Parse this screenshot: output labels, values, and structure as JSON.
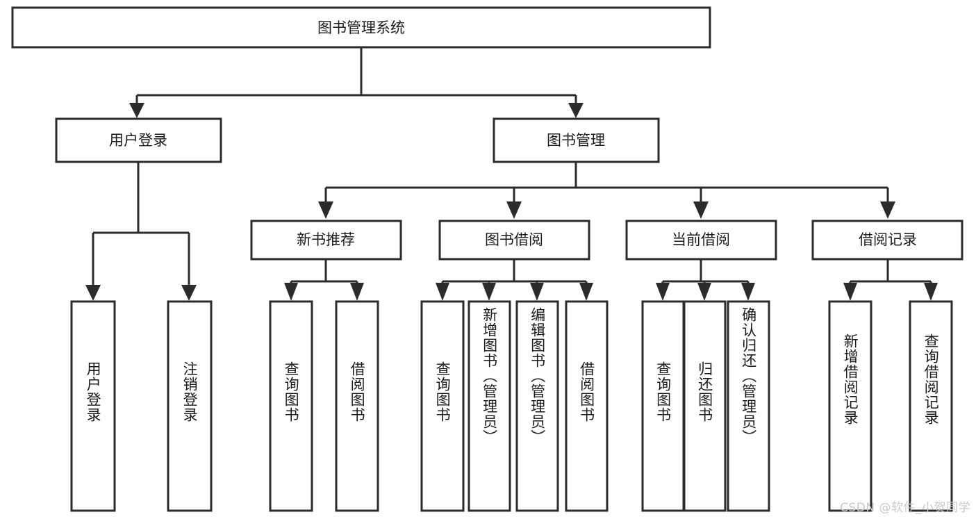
{
  "diagram": {
    "title": "图书管理系统",
    "watermark": "CSDN @软件_小贺同学",
    "line_color": "#2b2b2b",
    "box_fill": "#ffffff",
    "text_color": "#1a1a1a",
    "watermark_color": "#c9c9c9",
    "root": {
      "label": "图书管理系统"
    },
    "level1": [
      {
        "label": "用户登录"
      },
      {
        "label": "图书管理"
      }
    ],
    "level2": [
      {
        "label": "新书推荐"
      },
      {
        "label": "图书借阅"
      },
      {
        "label": "当前借阅"
      },
      {
        "label": "借阅记录"
      }
    ],
    "leaves": {
      "user_login": [
        {
          "label": "用户登录"
        },
        {
          "label": "注销登录"
        }
      ],
      "new_book_recommend": [
        {
          "label": "查询图书"
        },
        {
          "label": "借阅图书"
        }
      ],
      "book_borrow": [
        {
          "label": "查询图书"
        },
        {
          "label": "新增图书（管理员）"
        },
        {
          "label": "编辑图书（管理员）"
        },
        {
          "label": "借阅图书"
        }
      ],
      "current_borrow": [
        {
          "label": "查询图书"
        },
        {
          "label": "归还图书"
        },
        {
          "label": "确认归还（管理员）"
        }
      ],
      "borrow_record": [
        {
          "label": "新增借阅记录"
        },
        {
          "label": "查询借阅记录"
        }
      ]
    }
  }
}
